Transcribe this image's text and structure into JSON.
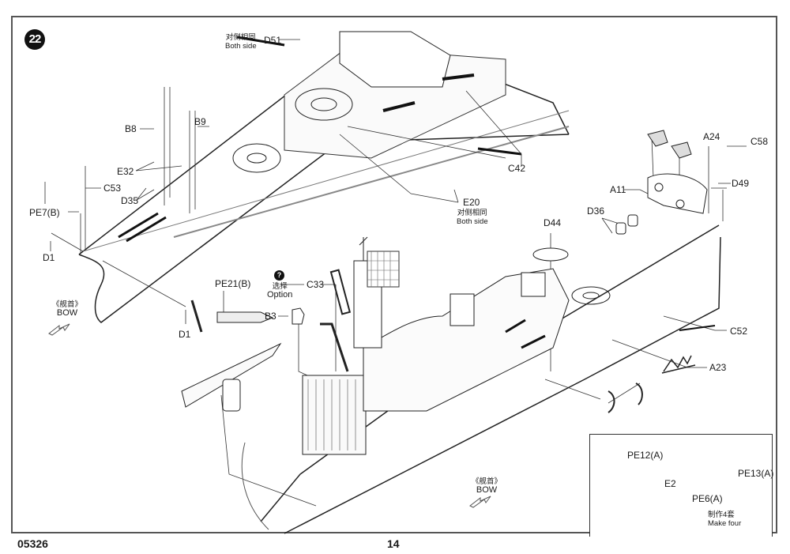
{
  "page": {
    "step_number": "22",
    "product_code": "05326",
    "page_number": "14"
  },
  "callouts": {
    "D51": "D51",
    "both_side_cn_top": "对侧相同",
    "both_side_en_top": "Both side",
    "B8": "B8",
    "B9": "B9",
    "E32": "E32",
    "C53": "C53",
    "D35": "D35",
    "PE7B": "PE7(B)",
    "D1_upper": "D1",
    "D1_lower": "D1",
    "C42": "C42",
    "E20": "E20",
    "both_side_cn_e20": "对侧相同",
    "both_side_en_e20": "Both side",
    "PE21B": "PE21(B)",
    "option_icon": "?",
    "option_cn": "选择",
    "option_en": "Option",
    "C33": "C33",
    "B3": "B3",
    "A24": "A24",
    "C58": "C58",
    "A11": "A11",
    "D49": "D49",
    "D36": "D36",
    "D44": "D44",
    "C52": "C52",
    "A23": "A23"
  },
  "bow_markers": [
    {
      "cn": "《舰首》",
      "en": "BOW"
    },
    {
      "cn": "《舰首》",
      "en": "BOW"
    }
  ],
  "inset": {
    "PE12A": "PE12(A)",
    "PE13A": "PE13(A)",
    "E2": "E2",
    "PE6A": "PE6(A)",
    "note_cn": "制作4套",
    "note_en": "Make four"
  }
}
